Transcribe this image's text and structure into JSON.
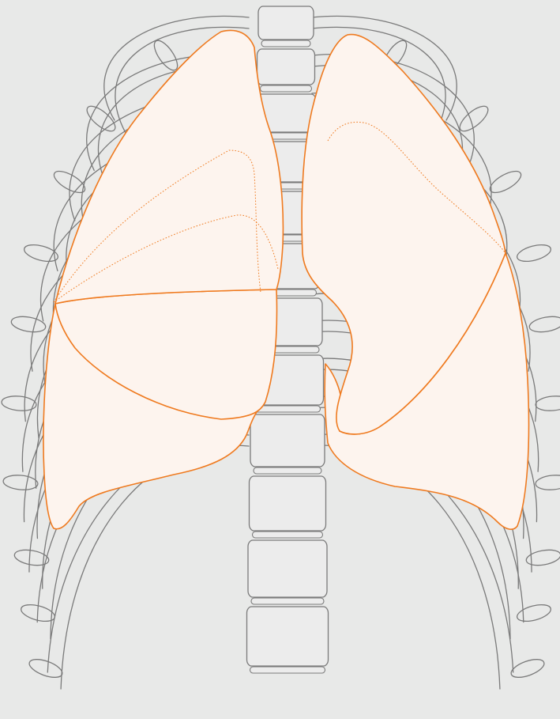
{
  "colors": {
    "background": "#e8e9e8",
    "bone_stroke": "#7a7a7a",
    "bone_fill": "#ececec",
    "lung_fill": "#fdf4ee",
    "lung_stroke": "#ef7a1f",
    "fissure_stroke": "#ef7a1f"
  },
  "structures": {
    "rib_count": 12,
    "vertebra_count": 12,
    "lungs": [
      {
        "side": "right",
        "lobes": [
          "upper-lobe",
          "middle-lobe",
          "lower-lobe"
        ]
      },
      {
        "side": "left",
        "lobes": [
          "upper-lobe",
          "lower-lobe"
        ]
      }
    ]
  }
}
